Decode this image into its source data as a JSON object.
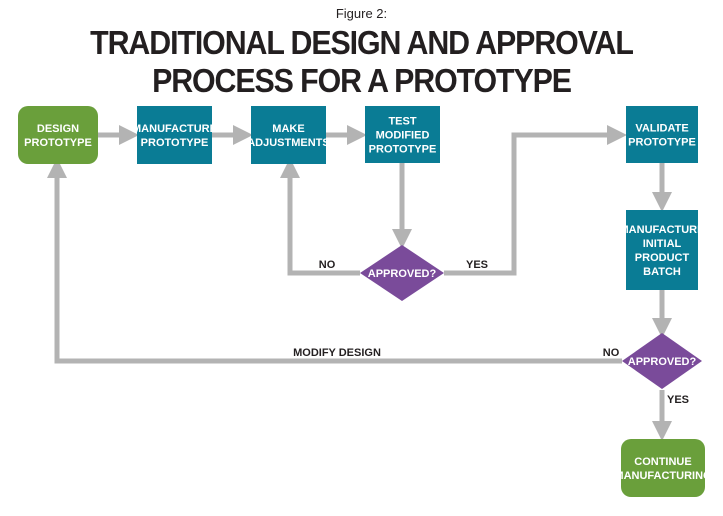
{
  "figure_label": "Figure 2:",
  "title": "TRADITIONAL DESIGN AND APPROVAL PROCESS FOR A PROTOTYPE",
  "colors": {
    "green": "#6a9f3b",
    "teal": "#0a7c95",
    "purple": "#7a4b9a",
    "arrow": "#b3b3b3",
    "text": "#231f20"
  },
  "nodes": {
    "design_prototype": [
      "DESIGN",
      "PROTOTYPE"
    ],
    "manufacture_prototype": [
      "MANUFACTURE",
      "PROTOTYPE"
    ],
    "make_adjustments": [
      "MAKE",
      "ADJUSTMENTS"
    ],
    "test_modified_prototype": [
      "TEST",
      "MODIFIED",
      "PROTOTYPE"
    ],
    "approved_1": [
      "APPROVED?"
    ],
    "validate_prototype": [
      "VALIDATE",
      "PROTOTYPE"
    ],
    "manufacture_initial_batch": [
      "MANUFACTURE",
      "INITIAL",
      "PRODUCT",
      "BATCH"
    ],
    "approved_2": [
      "APPROVED?"
    ],
    "continue_manufacturing": [
      "CONTINUE",
      "MANUFACTURING"
    ]
  },
  "edge_labels": {
    "no_1": "NO",
    "yes_1": "YES",
    "modify_design": "MODIFY DESIGN",
    "no_2": "NO",
    "yes_2": "YES"
  }
}
